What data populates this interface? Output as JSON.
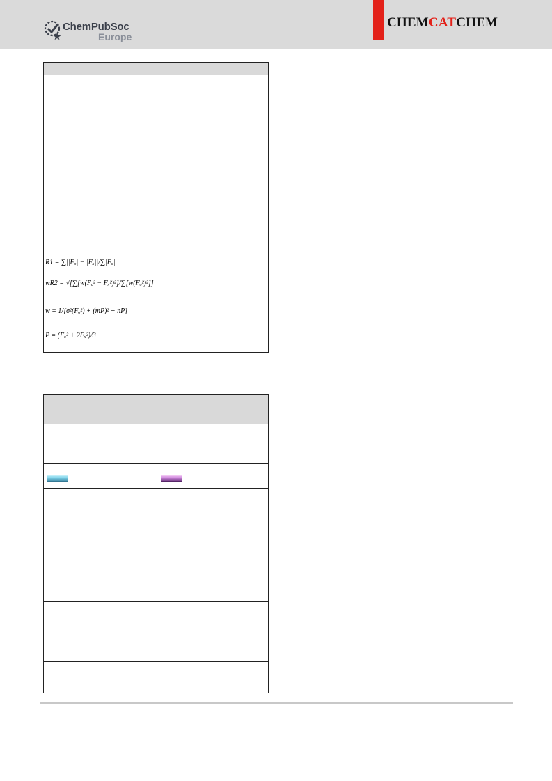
{
  "header": {
    "publisher_line1": "ChemPubSoc",
    "publisher_line2": "Europe",
    "journal_part1": "CHEM",
    "journal_part2": "CAT",
    "journal_part3": "CHEM",
    "colors": {
      "accent": "#e32119",
      "band": "#dadada"
    },
    "logo_icon": "chempubsoc-logo-icon"
  },
  "equations": {
    "r1": "R1 = ∑||Fₒ| − |Fₓ||/∑|Fₒ|",
    "wr2": "wR2 = √[∑[w(Fₒ² − Fₓ²)²]/∑[w(Fₒ²)²]]",
    "w": "w = 1/[σ²(Fₒ²) + (mP)² + nP]",
    "p": "P = (Fₒ² + 2Fₓ²)/3"
  },
  "legend": {
    "swatch_colors": [
      "#7dd3ea",
      "#cf86de"
    ]
  }
}
